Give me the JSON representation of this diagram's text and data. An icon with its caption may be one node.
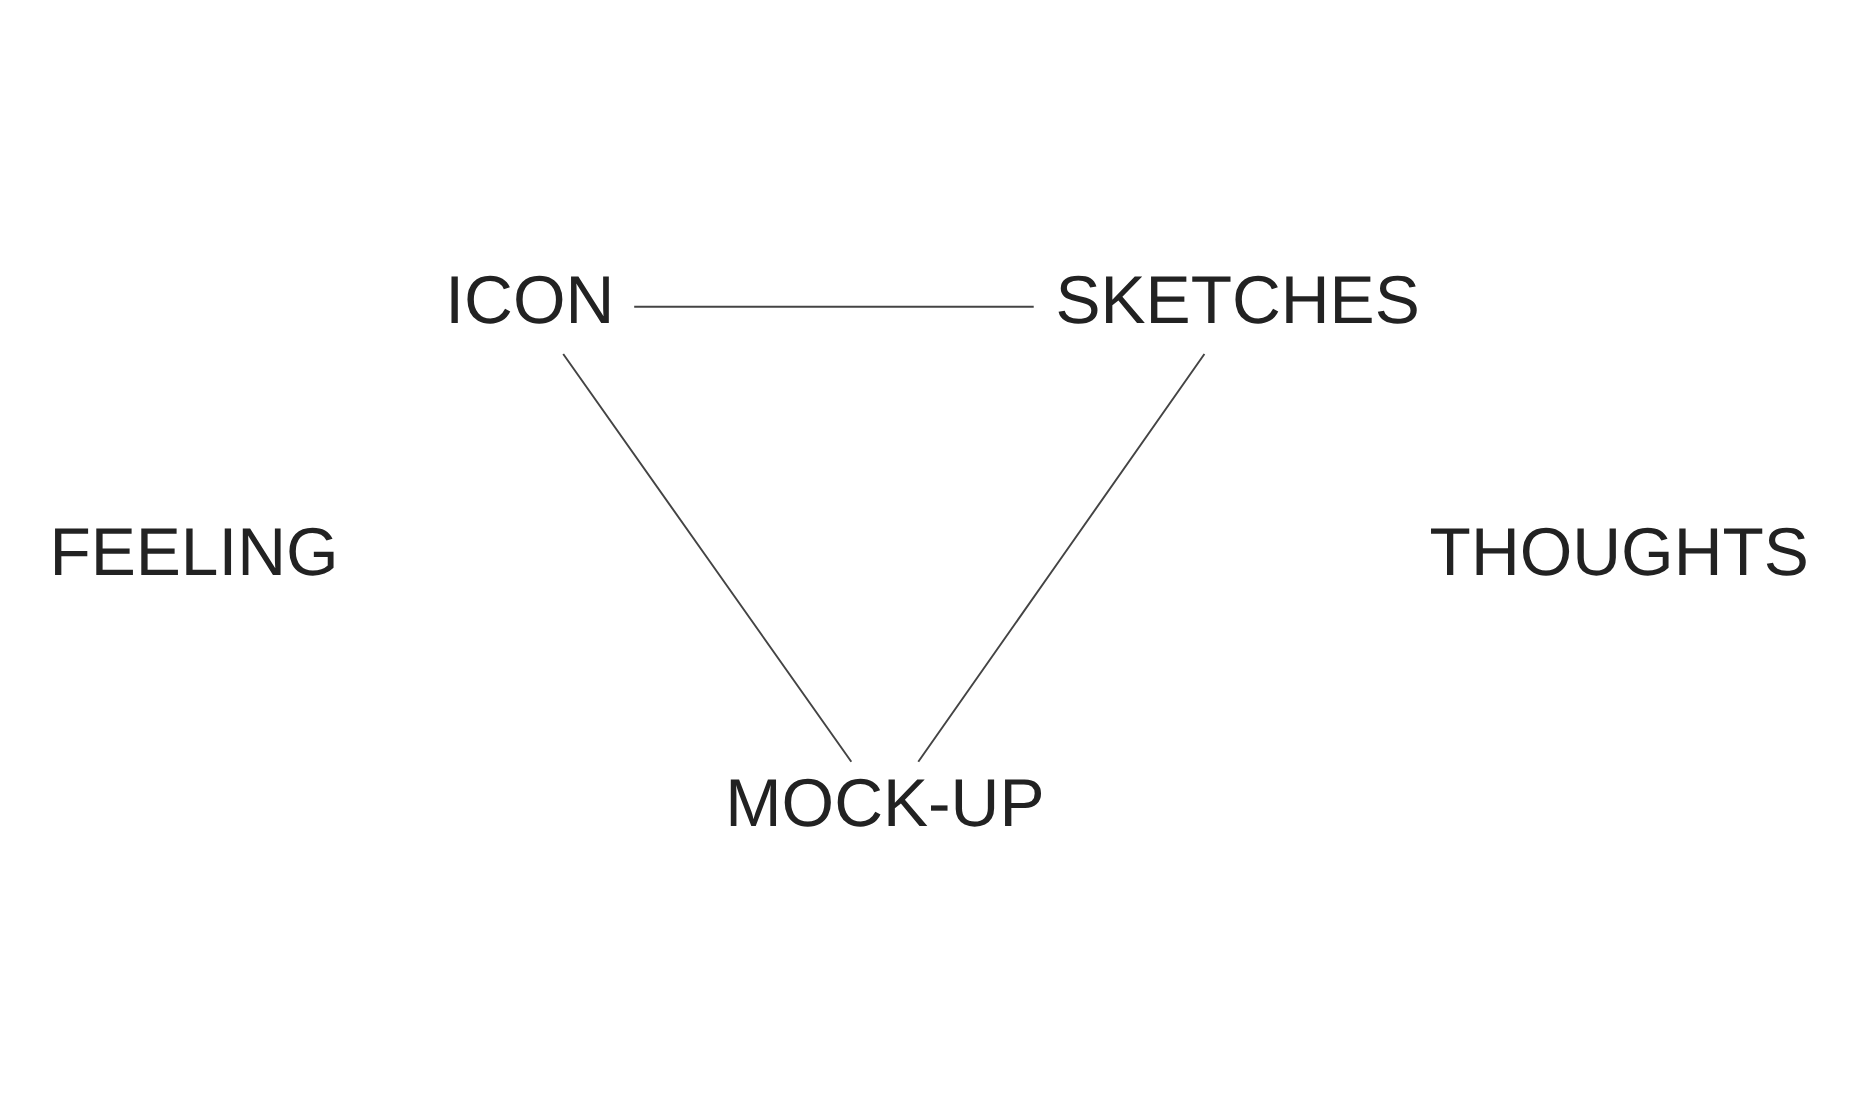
{
  "diagram": {
    "nodes": [
      {
        "text": [
          "ICON"
        ]
      },
      {
        "text": [
          "SKETCHES"
        ]
      },
      {
        "text": [
          "MOCK-UP"
        ]
      }
    ],
    "edges": [
      {
        "from": 0,
        "to": 1,
        "arrow": "none"
      },
      {
        "from": 1,
        "to": 2,
        "arrow": "none"
      },
      {
        "from": 2,
        "to": 0,
        "arrow": "none"
      }
    ],
    "labels": [
      "FEELING",
      "THOUGHTS"
    ]
  }
}
